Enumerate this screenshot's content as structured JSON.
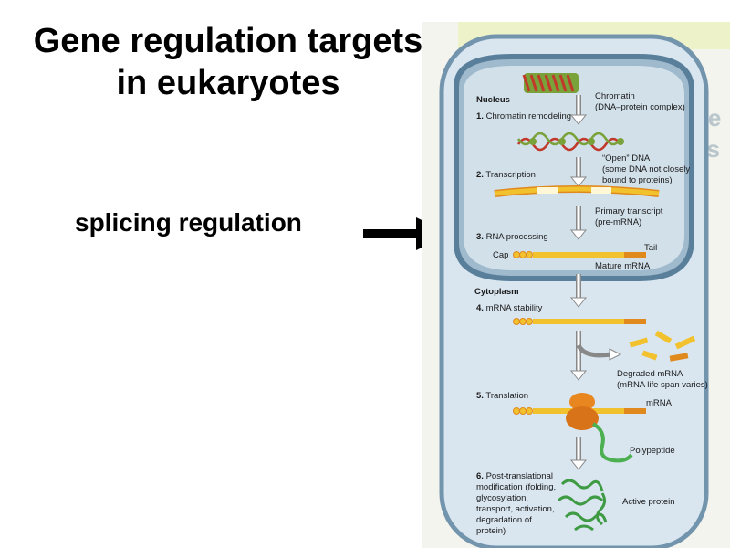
{
  "slide": {
    "title_line1": "Gene regulation targets",
    "title_line2": "in eukaryotes",
    "callout": "splicing regulation"
  },
  "diagram": {
    "nucleus_label": "Nucleus",
    "cytoplasm_label": "Cytoplasm",
    "chromatin": {
      "line1": "Chromatin",
      "line2": "(DNA–protein complex)"
    },
    "open_dna": {
      "line1": "“Open” DNA",
      "line2": "(some DNA not closely",
      "line3": "bound to proteins)"
    },
    "primary_transcript": {
      "line1": "Primary transcript",
      "line2": "(pre-mRNA)"
    },
    "cap": "Cap",
    "tail": "Tail",
    "mature_mrna": "Mature mRNA",
    "degraded": {
      "line1": "Degraded mRNA",
      "line2": "(mRNA life span varies)"
    },
    "mrna": "mRNA",
    "polypeptide": "Polypeptide",
    "active_protein": "Active protein",
    "steps": {
      "s1": {
        "num": "1.",
        "text": "Chromatin remodeling"
      },
      "s2": {
        "num": "2.",
        "text": "Transcription"
      },
      "s3": {
        "num": "3.",
        "text": "RNA processing"
      },
      "s4": {
        "num": "4.",
        "text": "mRNA stability"
      },
      "s5": {
        "num": "5.",
        "text": "Translation"
      },
      "s6": {
        "num": "6.",
        "line1": "Post-translational",
        "line2": "modification (folding,",
        "line3": "glycosylation,",
        "line4": "transport, activation,",
        "line5": "degradation of",
        "line6": "protein)"
      }
    }
  },
  "colors": {
    "cell_fill": "#d9e6f0",
    "cell_border": "#7394ad",
    "nucleus_fill": "#9fb9cd",
    "nucleus_border": "#5a7f9b",
    "rna_yellow": "#f2c12e",
    "rna_orange": "#e08a1e",
    "dna_red": "#c0392b",
    "dna_green": "#7aa23a",
    "ribosome": "#e8861f",
    "protein_green": "#4caf50"
  }
}
